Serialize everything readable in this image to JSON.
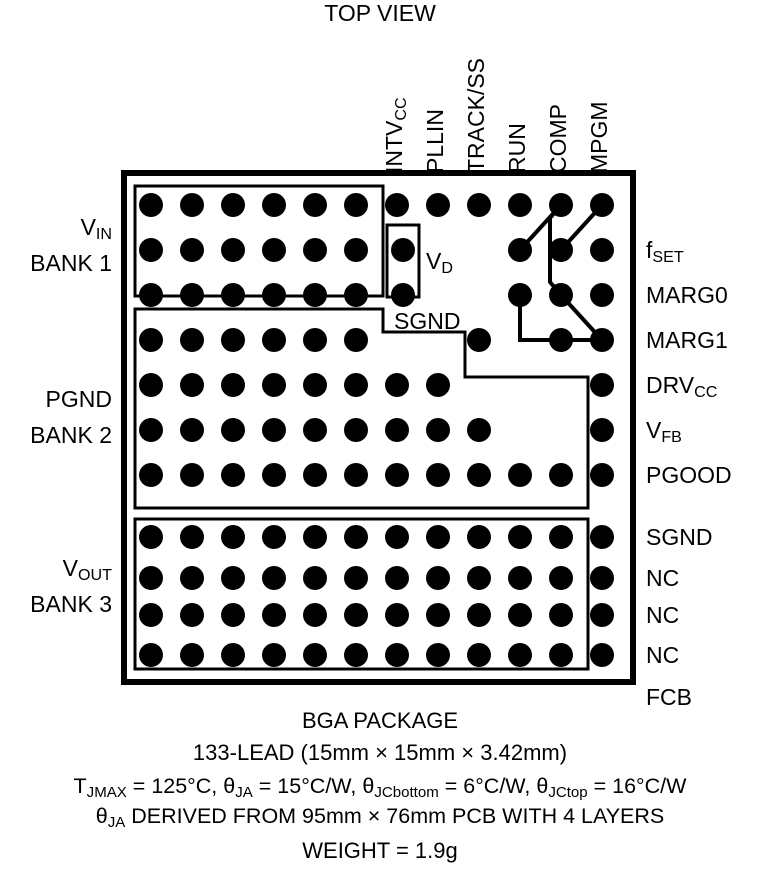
{
  "title": "TOP VIEW",
  "package": {
    "grid_rows": 12,
    "grid_cols": 12,
    "ball_color": "#000000",
    "outline_color": "#000000"
  },
  "top_labels": [
    {
      "text": "INTV",
      "sub": "CC",
      "col": 7
    },
    {
      "text": "PLLIN",
      "sub": "",
      "col": 8
    },
    {
      "text": "TRACK/SS",
      "sub": "",
      "col": 9
    },
    {
      "text": "RUN",
      "sub": "",
      "col": 10
    },
    {
      "text": "COMP",
      "sub": "",
      "col": 11
    },
    {
      "text": "MPGM",
      "sub": "",
      "col": 12
    }
  ],
  "right_labels": [
    {
      "text": "f",
      "sub": "SET",
      "row": 2
    },
    {
      "text": "MARG0",
      "sub": "",
      "row": 3
    },
    {
      "text": "MARG1",
      "sub": "",
      "row": 4
    },
    {
      "text": "DRV",
      "sub": "CC",
      "row": 5
    },
    {
      "text": "V",
      "sub": "FB",
      "row": 6
    },
    {
      "text": "PGOOD",
      "sub": "",
      "row": 7
    },
    {
      "text": "SGND",
      "sub": "",
      "row": 8
    },
    {
      "text": "NC",
      "sub": "",
      "row": 9
    },
    {
      "text": "NC",
      "sub": "",
      "row": 10
    },
    {
      "text": "NC",
      "sub": "",
      "row": 11
    },
    {
      "text": "FCB",
      "sub": "",
      "row": 12
    }
  ],
  "left_labels": [
    {
      "line1": "V",
      "sub1": "IN",
      "line2": "BANK 1",
      "bank": 1
    },
    {
      "line1": "PGND",
      "sub1": "",
      "line2": "BANK 2",
      "bank": 2
    },
    {
      "line1": "V",
      "sub1": "OUT",
      "line2": "BANK 3",
      "bank": 3
    }
  ],
  "inner_labels": {
    "vd": "V",
    "vd_sub": "D",
    "sgnd": "SGND"
  },
  "caption": {
    "line1": "BGA PACKAGE",
    "line2": "133-LEAD (15mm × 15mm × 3.42mm)",
    "line3_a": "T",
    "line3_a_sub": "JMAX",
    "line3_b": " = 125°C, ",
    "line3_c_sub": "JA",
    "line3_d": " = 15°C/W, ",
    "line3_e_sub": "JCbottom",
    "line3_f": " = 6°C/W, ",
    "line3_g_sub": "JCtop",
    "line3_h": " = 16°C/W",
    "line4_sub": "JA",
    "line4_rest": " DERIVED FROM 95mm × 76mm PCB WITH 4 LAYERS",
    "line5": "WEIGHT = 1.9g",
    "theta": "θ"
  }
}
